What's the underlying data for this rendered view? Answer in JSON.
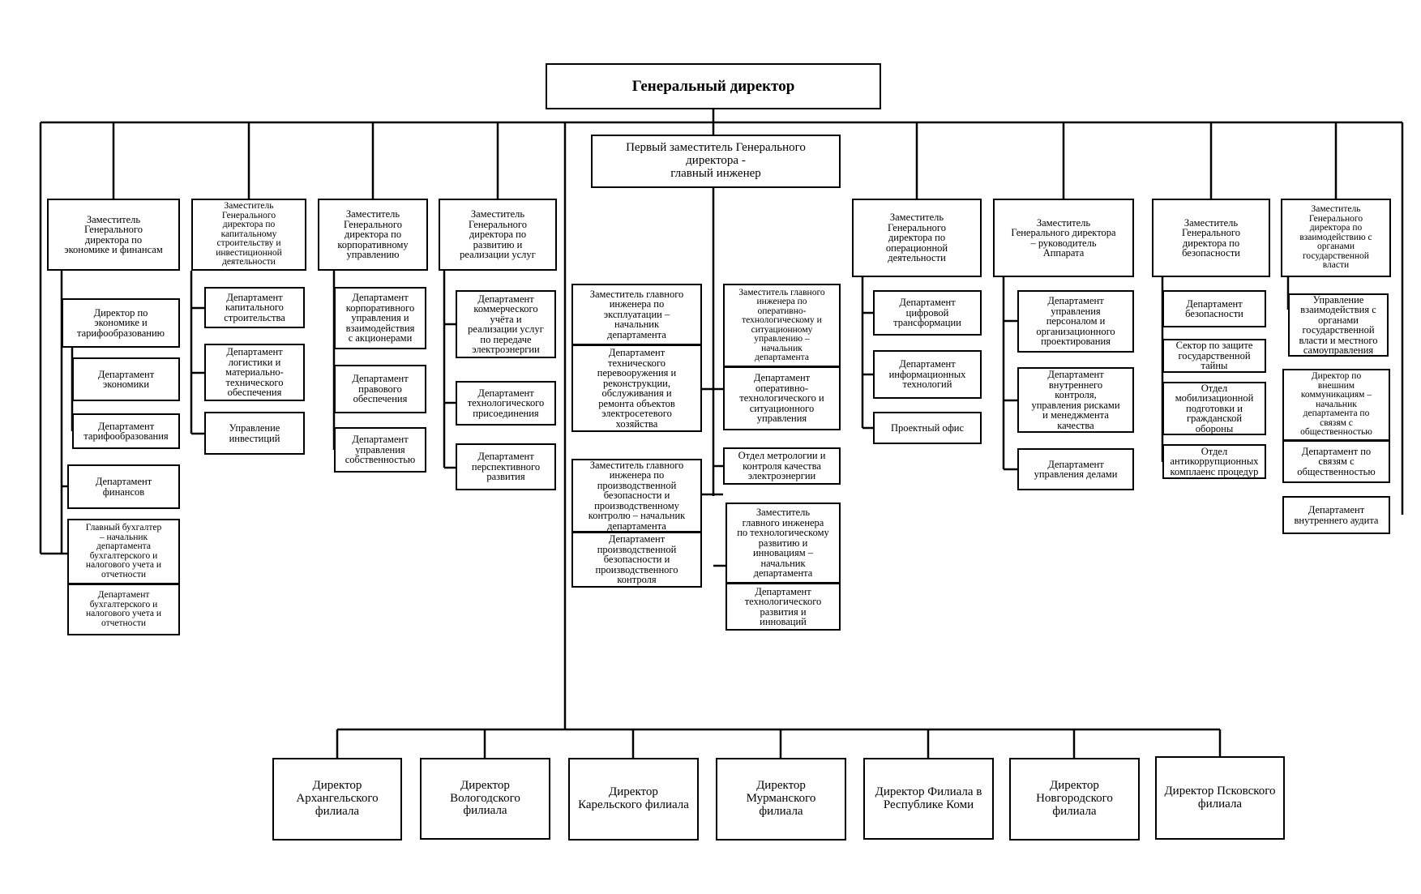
{
  "colors": {
    "line": "#000000",
    "box_border": "#000000",
    "background": "#ffffff"
  },
  "ceo": "Генеральный директор",
  "first_deputy": "Первый заместитель Генерального\nдиректора -\nглавный инженер",
  "deputies": {
    "economics": "Заместитель\nГенерального\nдиректора по\nэкономике и финансам",
    "construction": "Заместитель\nГенерального\nдиректора по\nкапитальному\nстроительству и\nинвестиционной\nдеятельности",
    "corporate": "Заместитель\nГенерального\nдиректора по\nкорпоративному\nуправлению",
    "development": "Заместитель\nГенерального\nдиректора по\nразвитию и\nреализации услуг",
    "operations": "Заместитель\nГенерального\nдиректора по\nоперационной\nдеятельности",
    "apparatus": "Заместитель\nГенерального директора\n– руководитель\nАппарата",
    "security": "Заместитель\nГенерального\nдиректора по\nбезопасности",
    "government": "Заместитель\nГенерального\nдиректора по\nвзаимодействию с\nорганами\nгосударственной\nвласти"
  },
  "economics_units": {
    "director": "Директор по\nэкономике и\nтарифообразованию",
    "dept_economics": "Департамент\nэкономики",
    "dept_tariff": "Департамент\nтарифообразования",
    "dept_finance": "Департамент\nфинансов",
    "chief_accountant": "Главный бухгалтер\n– начальник\nдепартамента\nбухгалтерского и\nналогового учета и\nотчетности",
    "dept_accounting": "Департамент\nбухгалтерского и\nналогового учета и\nотчетности"
  },
  "construction_units": {
    "dept_capital": "Департамент\nкапитального\nстроительства",
    "dept_logistics": "Департамент\nлогистики и\nматериально-\nтехнического\nобеспечения",
    "dept_investments": "Управление\nинвестиций"
  },
  "corporate_units": {
    "dept_corporate": "Департамент\nкорпоративного\nуправления и\nвзаимодействия\nс акционерами",
    "dept_legal": "Департамент\nправового\nобеспечения",
    "dept_property": "Департамент\nуправления\nсобственностью"
  },
  "development_units": {
    "dept_commercial": "Департамент\nкоммерческого\nучёта и\nреализации услуг\nпо передаче\nэлектроэнергии",
    "dept_connection": "Департамент\nтехнологического\nприсоединения",
    "dept_prospective": "Департамент\nперспективного\nразвития"
  },
  "engineering_units": {
    "deputy_operation": "Заместитель главного\nинженера по\nэксплуатации –\nначальник\nдепартамента",
    "dept_reequipment": "Департамент\nтехнического\nперевооружения и\nреконструкции,\nобслуживания и\nремонта объектов\nэлектросетевого\nхозяйства",
    "deputy_safety": "Заместитель главного\nинженера по\nпроизводственной\nбезопасности и\nпроизводственному\nконтролю – начальник\nдепартамента",
    "dept_safety": "Департамент\nпроизводственной\nбезопасности и\nпроизводственного\nконтроля",
    "deputy_dispatch": "Заместитель главного\nинженера по\nоперативно-\nтехнологическому и\nситуационному\nуправлению –\nначальник\nдепартамента",
    "dept_dispatch": "Департамент\nоперативно-\nтехнологического и\nситуационного\nуправления",
    "dept_metrology": "Отдел метрологии и\nконтроля качества\nэлектроэнергии",
    "deputy_innovation": "Заместитель\nглавного инженера\nпо технологическому\nразвитию и\nинновациям –\nначальник\nдепартамента",
    "dept_innovation": "Департамент\nтехнологического\nразвития и\nинноваций"
  },
  "operations_units": {
    "dept_digital": "Департамент\nцифровой\nтрансформации",
    "dept_it": "Департамент\nинформационных\nтехнологий",
    "project_office": "Проектный офис"
  },
  "apparatus_units": {
    "dept_personnel": "Департамент\nуправления\nперсоналом и\nорганизационного\nпроектирования",
    "dept_control": "Департамент\nвнутреннего\nконтроля,\nуправления рисками\nи менеджмента\nкачества",
    "dept_affairs": "Департамент\nуправления делами"
  },
  "security_units": {
    "dept_security": "Департамент\nбезопасности",
    "sector_secret": "Сектор по защите\nгосударственной\nтайны",
    "dept_mobilization": "Отдел\nмобилизационной\nподготовки и\nгражданской\nобороны",
    "dept_anticorruption": "Отдел\nантикоррупционных\nкомплаенс процедур"
  },
  "government_units": {
    "dept_gov_relations": "Управление\nвзаимодействия с органами\nгосударственной\nвласти и местного\nсамоуправления",
    "director_communications": "Директор по\nвнешним\nкоммуникациям –\nначальник\nдепартамента по\nсвязям с\nобщественностью",
    "dept_public": "Департамент по\nсвязям с\nобщественностью",
    "dept_audit": "Департамент\nвнутреннего аудита"
  },
  "branches": {
    "arkhangelsk": "Директор\nАрхангельского\nфилиала",
    "vologda": "Директор\nВологодского\nфилиала",
    "karelia": "Директор\nКарельского филиала",
    "murmansk": "Директор\nМурманского\nфилиала",
    "komi": "Директор Филиала в\nРеспублике Коми",
    "novgorod": "Директор\nНовгородского\nфилиала",
    "pskov": "Директор Псковского\nфилиала"
  }
}
